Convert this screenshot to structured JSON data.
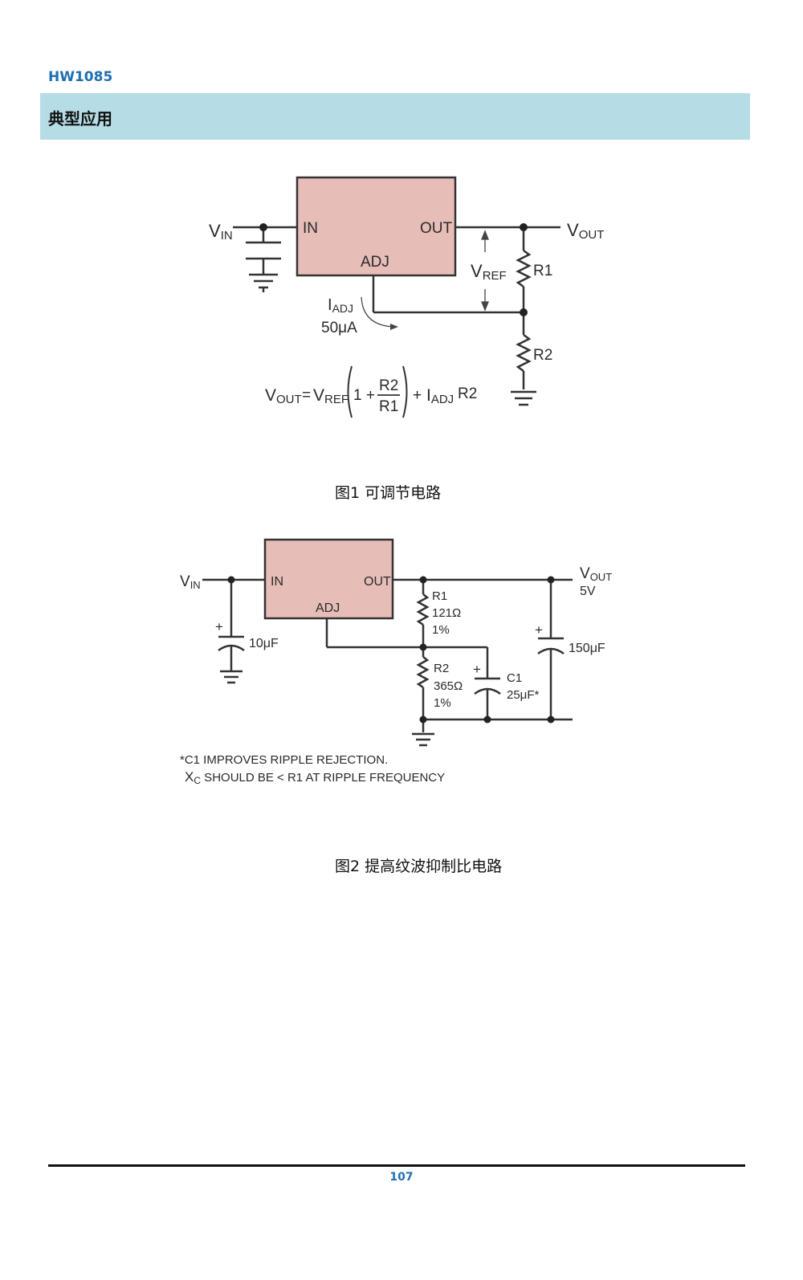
{
  "header": {
    "doc_id": "HW1085"
  },
  "section": {
    "title": "典型应用"
  },
  "figure1": {
    "caption": "图1  可调节电路",
    "ic": {
      "in": "IN",
      "out": "OUT",
      "adj": "ADJ"
    },
    "vin": {
      "main": "V",
      "sub": "IN"
    },
    "vout": {
      "main": "V",
      "sub": "OUT"
    },
    "vref": {
      "main": "V",
      "sub": "REF"
    },
    "iadj": {
      "main": "I",
      "sub": "ADJ",
      "value": "50μA"
    },
    "r1": "R1",
    "r2": "R2",
    "formula": {
      "lhs_main": "V",
      "lhs_sub": "OUT",
      "eq": "=",
      "vref_main": "V",
      "vref_sub": "REF",
      "one_plus": "1 +",
      "num": "R2",
      "den": "R1",
      "plus": "+",
      "iadj_main": "I",
      "iadj_sub": "ADJ",
      "tail": "R2"
    }
  },
  "figure2": {
    "caption": "图2  提高纹波抑制比电路",
    "ic": {
      "in": "IN",
      "out": "OUT",
      "adj": "ADJ"
    },
    "vin": {
      "main": "V",
      "sub": "IN"
    },
    "vout": {
      "main": "V",
      "sub": "OUT",
      "value": "5V"
    },
    "c_in": {
      "plus": "+",
      "value": "10μF"
    },
    "c_out": {
      "plus": "+",
      "value": "150μF"
    },
    "r1": {
      "name": "R1",
      "value": "121Ω",
      "tol": "1%"
    },
    "r2": {
      "name": "R2",
      "value": "365Ω",
      "tol": "1%"
    },
    "c1": {
      "plus": "+",
      "name": "C1",
      "value": "25μF*"
    },
    "note": {
      "line1": "*C1 IMPROVES RIPPLE REJECTION.",
      "line2_main": "X",
      "line2_sub": "C",
      "line2_rest": " SHOULD BE < R1 AT RIPPLE FREQUENCY"
    }
  },
  "footer": {
    "page_number": "107"
  }
}
